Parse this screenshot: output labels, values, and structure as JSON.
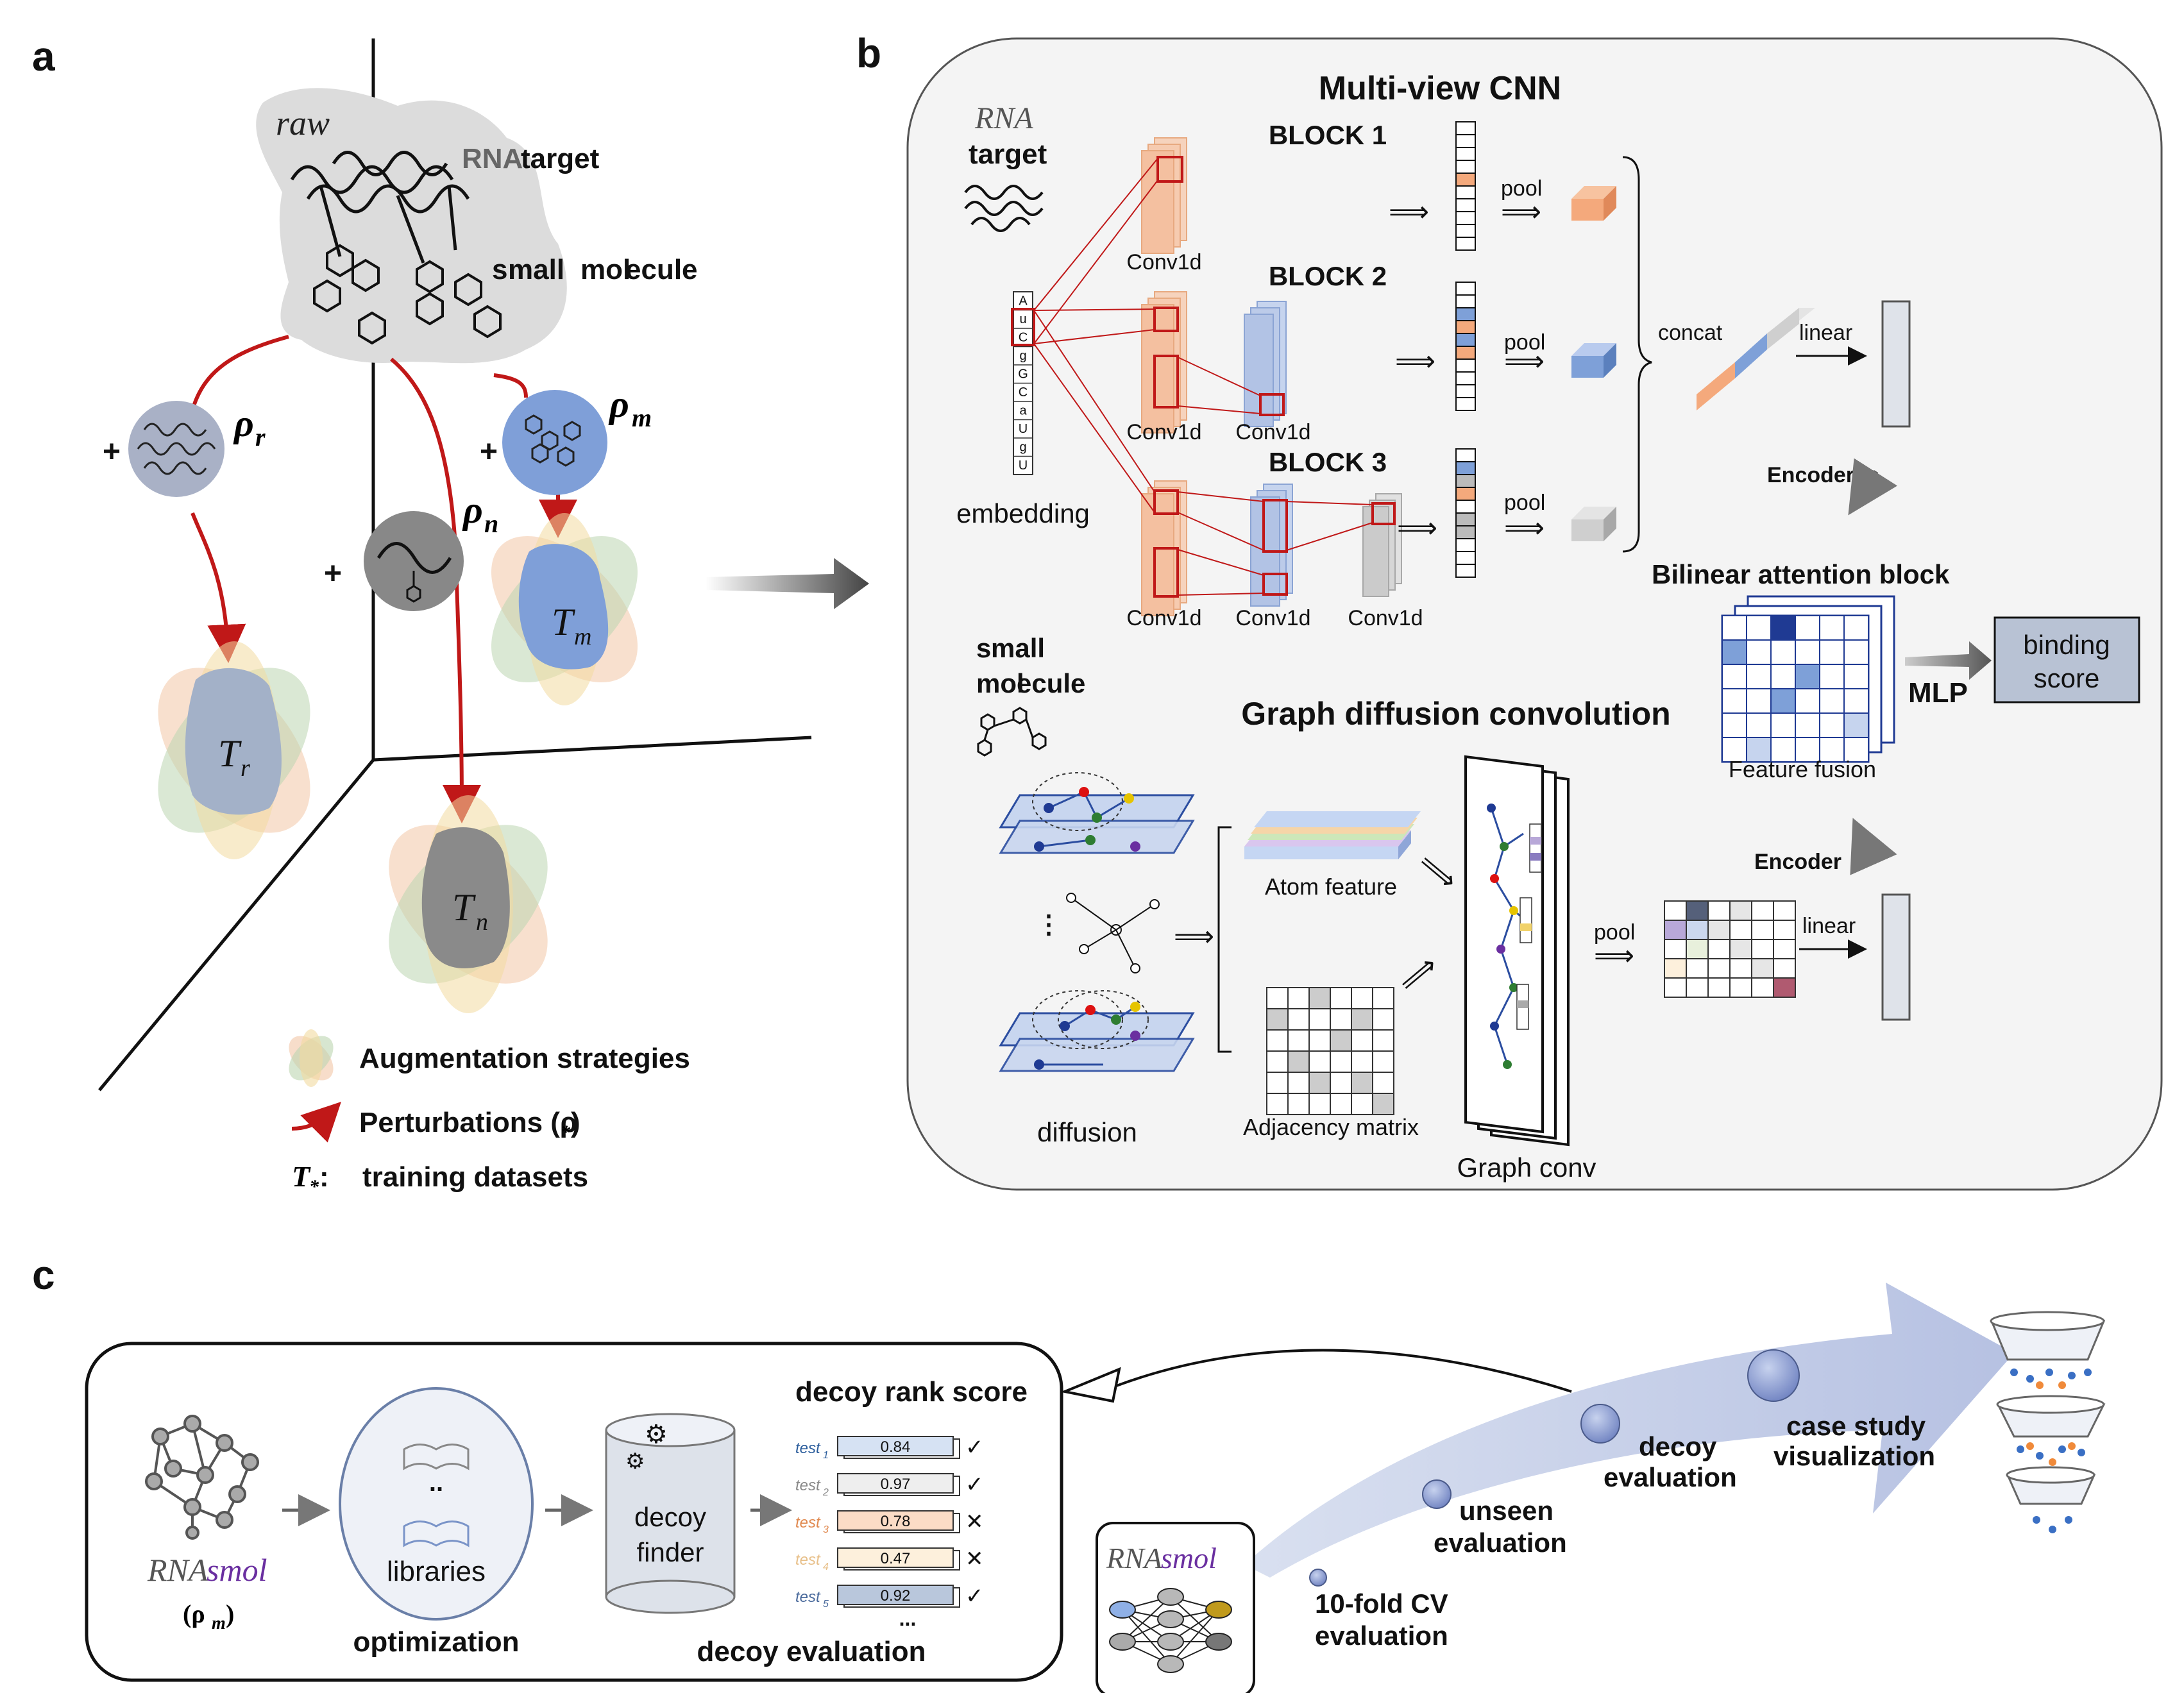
{
  "panels": {
    "a": "a",
    "b": "b",
    "c": "c"
  },
  "panel_a": {
    "raw": "raw",
    "rna_target_prefix": "RNA",
    "rna_target_suffix": " target",
    "small_s": "s",
    "small_rest": "mall ",
    "mol": "mol",
    "ecule": "ecule",
    "rho_r": "ρ",
    "rho_r_sub": "r",
    "rho_n": "ρ",
    "rho_n_sub": "n",
    "rho_m": "ρ",
    "rho_m_sub": "m",
    "plus": "+",
    "T": "T",
    "T_r_sub": "r",
    "T_n_sub": "n",
    "T_m_sub": "m",
    "legend_augmentation": "Augmentation strategies",
    "legend_perturbations": "Perturbations (ρ",
    "legend_perturbations_sub": "*",
    "legend_perturbations_close": ")",
    "legend_T": "T",
    "legend_T_sub": "*",
    "legend_T_colon": ":",
    "legend_training": "training datasets"
  },
  "panel_b": {
    "title_cnn": "Multi-view CNN",
    "rna_label": "RNA",
    "target_label": "target",
    "embedding": "embedding",
    "block1": "BLOCK 1",
    "block2": "BLOCK 2",
    "block3": "BLOCK 3",
    "conv1d": "Conv1d",
    "pool": "pool",
    "concat": "concat",
    "linear": "linear",
    "encoder": "Encoder",
    "bilinear_title": "Bilinear attention block",
    "feature_fusion": "Feature fusion",
    "mlp": "MLP",
    "binding_score_1": "binding",
    "binding_score_2": "score",
    "small_s": "s",
    "small_rest": "mall",
    "mol": "mol",
    "ecule": "ecule",
    "gdc_title": "Graph diffusion convolution",
    "atom_feature": "Atom feature",
    "adjacency_matrix": "Adjacency matrix",
    "graph_conv": "Graph conv",
    "diffusion": "diffusion",
    "embedding_letters": [
      "A",
      "u",
      "C",
      "g",
      "G",
      "C",
      "a",
      "U",
      "g",
      "U"
    ]
  },
  "panel_c": {
    "rnasmol_rna": "RNA",
    "rnasmol_smol": "smol",
    "rho_m": "(ρ",
    "rho_m_sub": "m",
    "rho_m_close": ")",
    "libraries": "libraries",
    "optimization": "optimization",
    "decoy_finder_1": "decoy",
    "decoy_finder_2": "finder",
    "decoy_rank_score": "decoy rank score",
    "decoy_evaluation_bottom": "decoy evaluation",
    "tests": [
      {
        "label": "test",
        "sub": "1",
        "value": "0.84",
        "mark": "✓",
        "color": "#2b5d9c",
        "fill": "#d6e2f3"
      },
      {
        "label": "test",
        "sub": "2",
        "value": "0.97",
        "mark": "✓",
        "color": "#888888",
        "fill": "#eeeeee"
      },
      {
        "label": "test",
        "sub": "3",
        "value": "0.78",
        "mark": "✕",
        "color": "#e0894f",
        "fill": "#fbdcc6"
      },
      {
        "label": "test",
        "sub": "4",
        "value": "0.47",
        "mark": "✕",
        "color": "#e8c08a",
        "fill": "#fdf0dc"
      },
      {
        "label": "test",
        "sub": "5",
        "value": "0.92",
        "mark": "✓",
        "color": "#4a6a9c",
        "fill": "#b9c7dc"
      }
    ],
    "ellipsis": "...",
    "stage_cv_1": "10-fold CV",
    "stage_cv_2": "evaluation",
    "stage_unseen_1": "unseen",
    "stage_unseen_2": "evaluation",
    "stage_decoy_1": "decoy",
    "stage_decoy_2": "evaluation",
    "stage_case_1": "case study",
    "stage_case_2": "visualization"
  },
  "colors": {
    "red_arrow": "#c01818",
    "orange": "#f4a97c",
    "blue": "#7ea0d8",
    "gray": "#bbbbbb",
    "purple": "#6a2fa0",
    "dark_blue": "#1f3a93"
  }
}
